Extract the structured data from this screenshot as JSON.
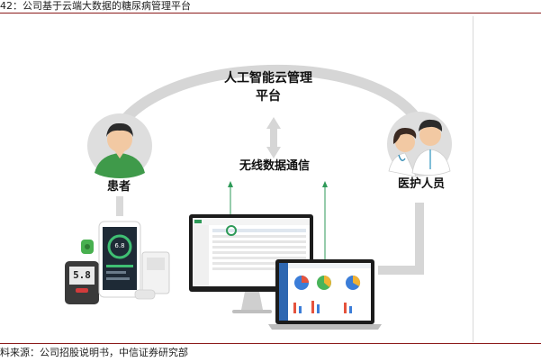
{
  "figure": {
    "caption": "42：公司基于云端大数据的糖尿病管理平台",
    "source": "料来源：公司招股说明书，中信证券研究部"
  },
  "diagram": {
    "platform_label_line1": "人工智能云管理",
    "platform_label_line2": "平台",
    "wireless_label": "无线数据通信",
    "patient_label": "患者",
    "staff_label": "医护人员",
    "glucose_reading_phone": "6.8",
    "glucose_reading_meter": "5.8"
  },
  "colors": {
    "arc": "#d6d6d6",
    "accent_green": "#2e9a58",
    "rule": "#8b1a1a",
    "dashboard_blue": "#2e67b1"
  }
}
